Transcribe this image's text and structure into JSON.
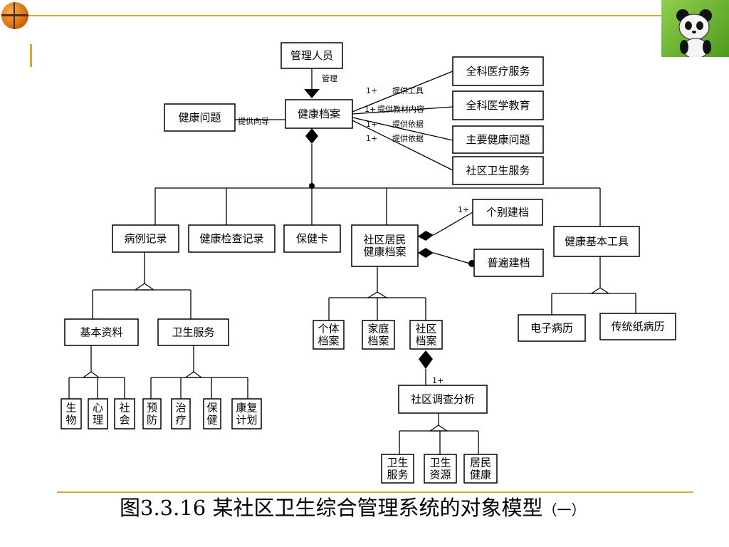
{
  "caption": {
    "main": "图3.3.16   某社区卫生综合管理系统的对象模型",
    "part": "（一）"
  },
  "diagram": {
    "nodes": {
      "manager": [
        "管理人员"
      ],
      "health_record": [
        "健康档案"
      ],
      "health_problem": [
        "健康问题"
      ],
      "gp_service": [
        "全科医疗服务"
      ],
      "gp_education": [
        "全科医学教育"
      ],
      "main_health_problem": [
        "主要健康问题"
      ],
      "community_health_service": [
        "社区卫生服务"
      ],
      "case_record": [
        "病例记录"
      ],
      "health_exam_record": [
        "健康检查记录"
      ],
      "health_card": [
        "保健卡"
      ],
      "resident_record": [
        "社区居民",
        "健康档案"
      ],
      "health_basic_tool": [
        "健康基本工具"
      ],
      "individual_filing": [
        "个别建档"
      ],
      "general_filing": [
        "普遍建档"
      ],
      "basic_info": [
        "基本资料"
      ],
      "health_service": [
        "卫生服务"
      ],
      "individual_file": [
        "个体",
        "档案"
      ],
      "family_file": [
        "家庭",
        "档案"
      ],
      "community_file": [
        "社区",
        "档案"
      ],
      "e_record": [
        "电子病历"
      ],
      "paper_record": [
        "传统纸病历"
      ],
      "bio": [
        "生",
        "物"
      ],
      "psych": [
        "心",
        "理"
      ],
      "social": [
        "社",
        "会"
      ],
      "prevent": [
        "预",
        "防"
      ],
      "treat": [
        "治",
        "疗"
      ],
      "care": [
        "保",
        "健"
      ],
      "rehab": [
        "康复",
        "计划"
      ],
      "community_survey": [
        "社区调查分析"
      ],
      "health_service_2": [
        "卫生",
        "服务"
      ],
      "health_resource": [
        "卫生",
        "资源"
      ],
      "resident_health": [
        "居民",
        "健康"
      ]
    },
    "labels": {
      "manage": "管理",
      "provide_guide": "提供向导",
      "provide_tools": "提供工具",
      "provide_content": "提供教材内容",
      "provide_basis_1": "提供依据",
      "provide_basis_2": "提供依据",
      "mult_tools": "1+",
      "mult_content": "1+",
      "mult_basis_1": "1+",
      "mult_basis_2": "1+",
      "mult_individual": "1+",
      "mult_survey": "1+"
    }
  }
}
